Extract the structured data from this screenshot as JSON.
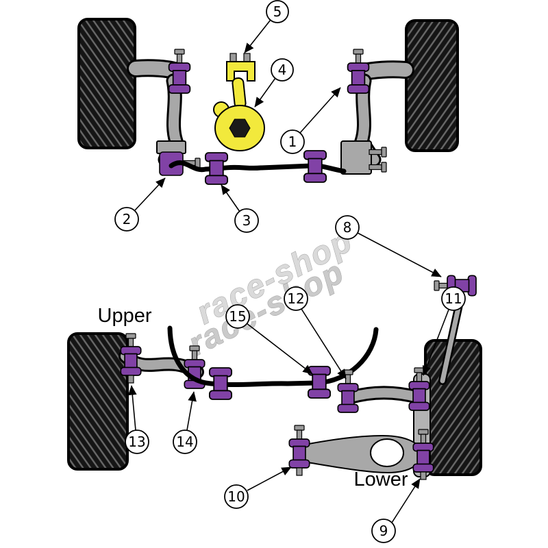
{
  "watermark": {
    "line1": "race-shop",
    "line2": "race-shop"
  },
  "labels": {
    "upper": "Upper",
    "lower": "Lower"
  },
  "colors": {
    "bushing_purple": "#8142a6",
    "mount_yellow": "#f2e93c",
    "arm_gray": "#a8a8a8",
    "tire_black": "#141414",
    "watermark_gray": "#bdbdbd"
  },
  "callouts": [
    {
      "num": "1"
    },
    {
      "num": "2"
    },
    {
      "num": "3"
    },
    {
      "num": "4"
    },
    {
      "num": "5"
    },
    {
      "num": "8"
    },
    {
      "num": "9"
    },
    {
      "num": "10"
    },
    {
      "num": "11"
    },
    {
      "num": "12"
    },
    {
      "num": "13"
    },
    {
      "num": "14"
    },
    {
      "num": "15"
    }
  ]
}
